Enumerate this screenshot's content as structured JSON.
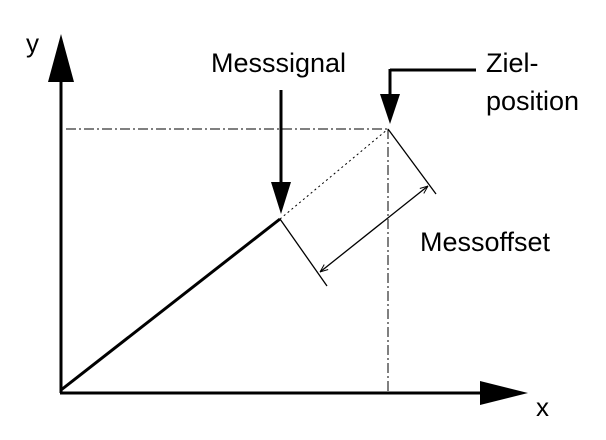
{
  "diagram": {
    "axes": {
      "y_label": "y",
      "x_label": "x"
    },
    "labels": {
      "messsignal": "Messsignal",
      "zielposition_line1": "Ziel-",
      "zielposition_line2": "position",
      "messoffset": "Messoffset"
    },
    "colors": {
      "ink": "#000000",
      "background": "#ffffff"
    }
  }
}
